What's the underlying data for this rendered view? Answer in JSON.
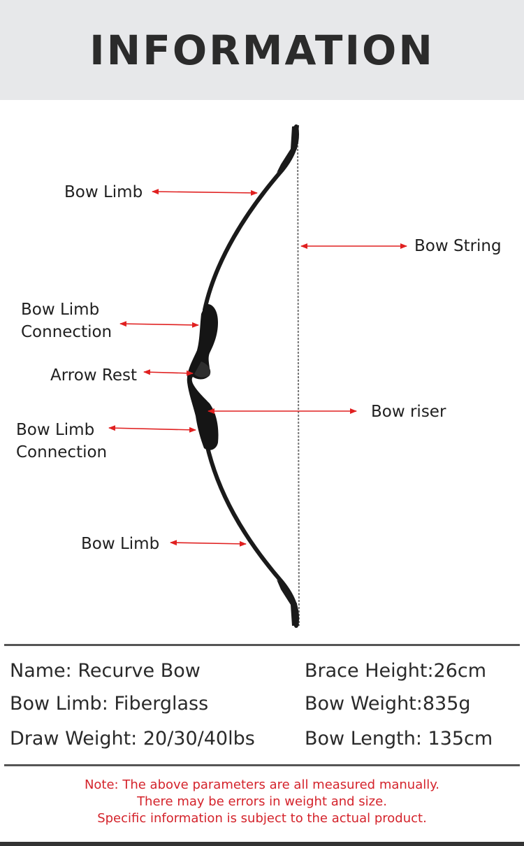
{
  "header": {
    "title": "INFORMATION"
  },
  "labels": {
    "bow_limb_top": "Bow Limb",
    "bow_string": "Bow String",
    "limb_connection_top": "Bow Limb\nConnection",
    "arrow_rest": "Arrow Rest",
    "bow_riser": "Bow riser",
    "limb_connection_bottom": "Bow Limb\nConnection",
    "bow_limb_bottom": "Bow Limb"
  },
  "specs": {
    "name": "Name: Recurve Bow",
    "limb": "Bow Limb: Fiberglass",
    "draw_weight": "Draw Weight: 20/30/40lbs",
    "brace_height": "Brace Height:26cm",
    "bow_weight": "Bow Weight:835g",
    "bow_length": "Bow Length: 135cm"
  },
  "note": {
    "line1": "Note: The above parameters are all measured manually.",
    "line2": "There may be errors in weight and size.",
    "line3": "Specific information is subject to the actual product."
  },
  "colors": {
    "arrow": "#e02020",
    "bow": "#1a1a1a",
    "header_bg": "#e7e8ea"
  }
}
